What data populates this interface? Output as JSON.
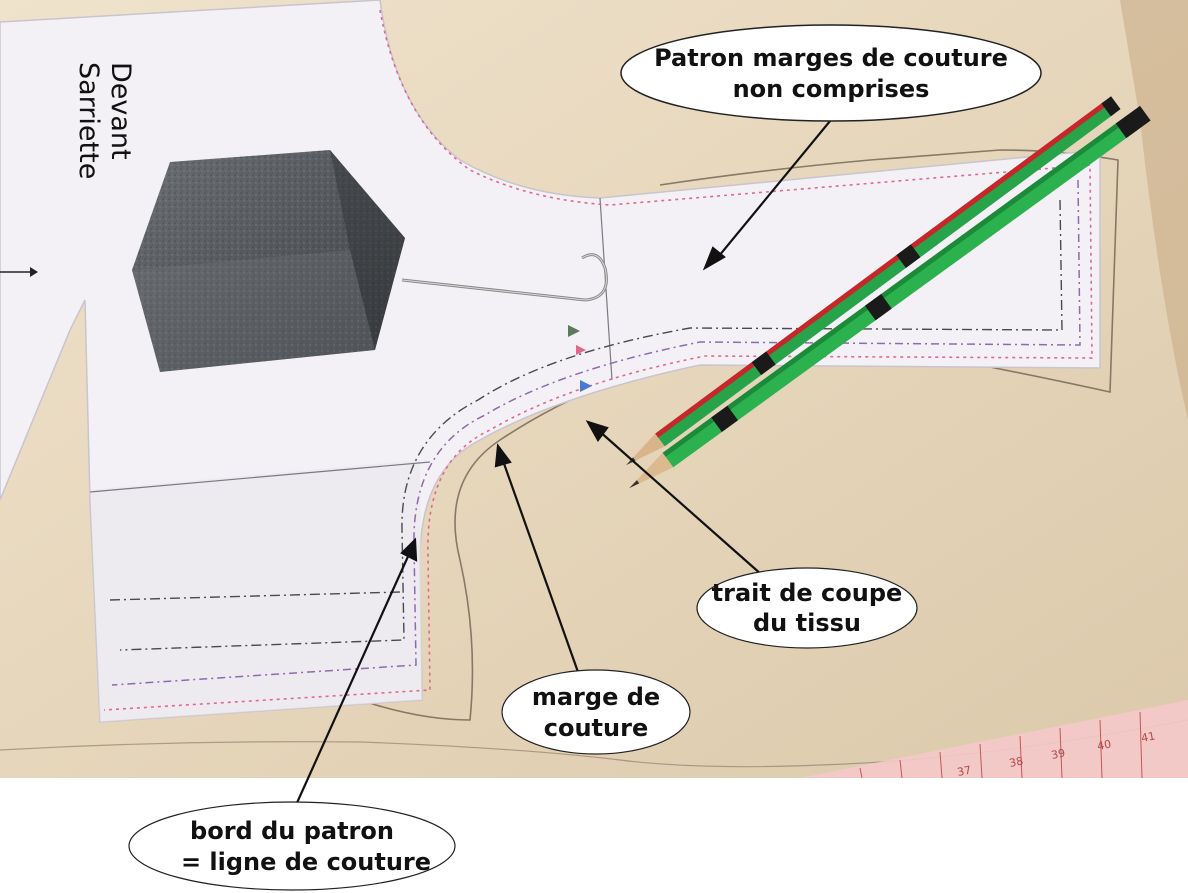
{
  "pattern_piece": {
    "label_line1": "Devant",
    "label_line2": "Sarriette"
  },
  "ruler": {
    "numbers": [
      "37",
      "38",
      "39",
      "40",
      "41"
    ]
  },
  "annotations": {
    "pattern_no_allowance": {
      "line1": "Patron marges de couture",
      "line2": "non comprises"
    },
    "cut_line": {
      "line1": "trait de coupe",
      "line2": "du tissu"
    },
    "seam_allowance": {
      "line1": "marge de",
      "line2": "couture"
    },
    "pattern_edge": {
      "line1": "bord du patron",
      "line2": "= ligne de couture"
    }
  },
  "colors": {
    "fabric": "#e7d8c0",
    "paper": "#f3f1f5",
    "weight": "#56595e",
    "pencil_green": "#27a34a",
    "pencil_red": "#c8262a",
    "ruler": "#f4c9c9"
  }
}
